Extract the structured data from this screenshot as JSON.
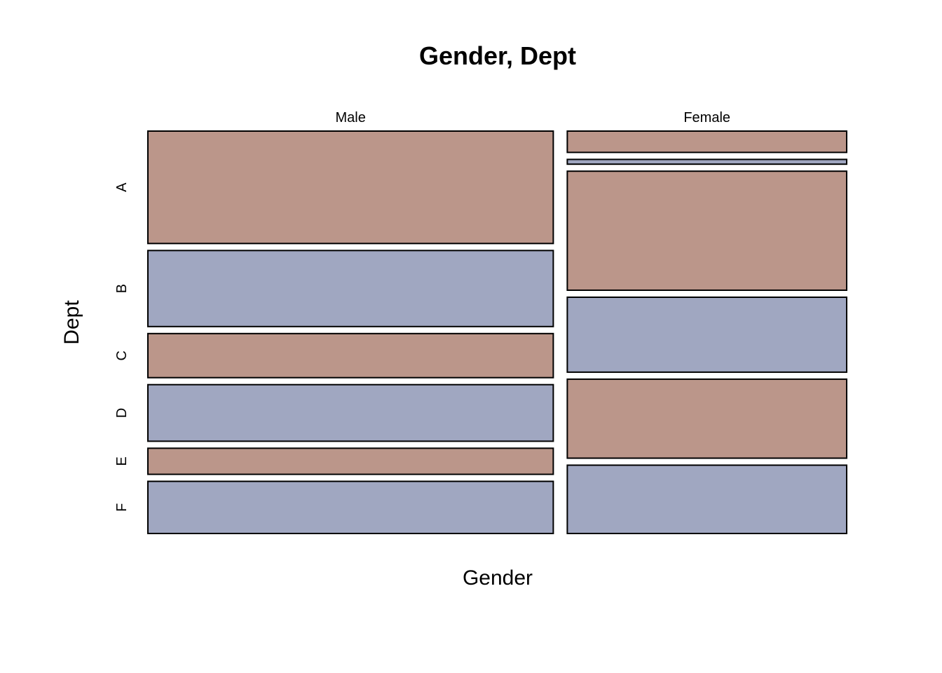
{
  "chart_data": {
    "type": "mosaic",
    "title": "Gender, Dept",
    "xlabel": "Gender",
    "ylabel": "Dept",
    "x_categories": [
      "Male",
      "Female"
    ],
    "y_categories": [
      "A",
      "B",
      "C",
      "D",
      "E",
      "F"
    ],
    "column_proportions": [
      0.592,
      0.408
    ],
    "cell_proportions": {
      "Male": [
        0.306,
        0.207,
        0.12,
        0.154,
        0.071,
        0.142
      ],
      "Female": [
        0.058,
        0.013,
        0.324,
        0.204,
        0.215,
        0.186
      ]
    },
    "colors": {
      "brown": "#bb968a",
      "blue": "#a0a7c1",
      "stroke": "#000000"
    },
    "cell_colors": [
      "brown",
      "blue",
      "brown",
      "blue",
      "brown",
      "blue"
    ]
  }
}
